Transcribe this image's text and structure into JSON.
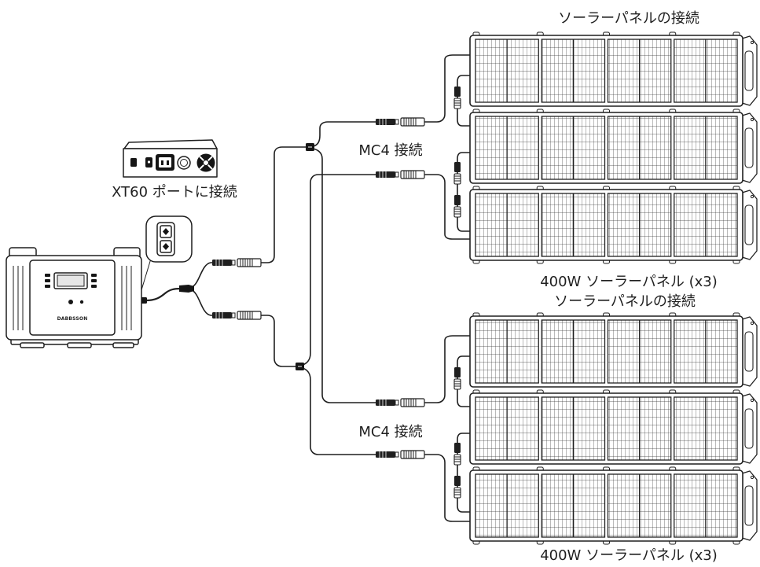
{
  "brand": "DABBSSON",
  "xt60_label": "XT60 ポートに接続",
  "groups": [
    {
      "heading": "ソーラーパネルの接続",
      "mc4_label": "MC4 接続",
      "panel_label": "400W ソーラーパネル (x3)"
    },
    {
      "heading": "ソーラーパネルの接続",
      "mc4_label": "MC4 接続",
      "panel_label": "400W ソーラーパネル (x3)"
    }
  ],
  "panels_per_group": 3,
  "icons": {
    "port_panel": [
      "ac-outlet-icon",
      "power-button-icon",
      "fan-grille-icon"
    ],
    "callout": "xt60-port-icon"
  },
  "colors": {
    "line": "#1f1f1f",
    "background": "#ffffff",
    "display": "#e6e6e6"
  }
}
